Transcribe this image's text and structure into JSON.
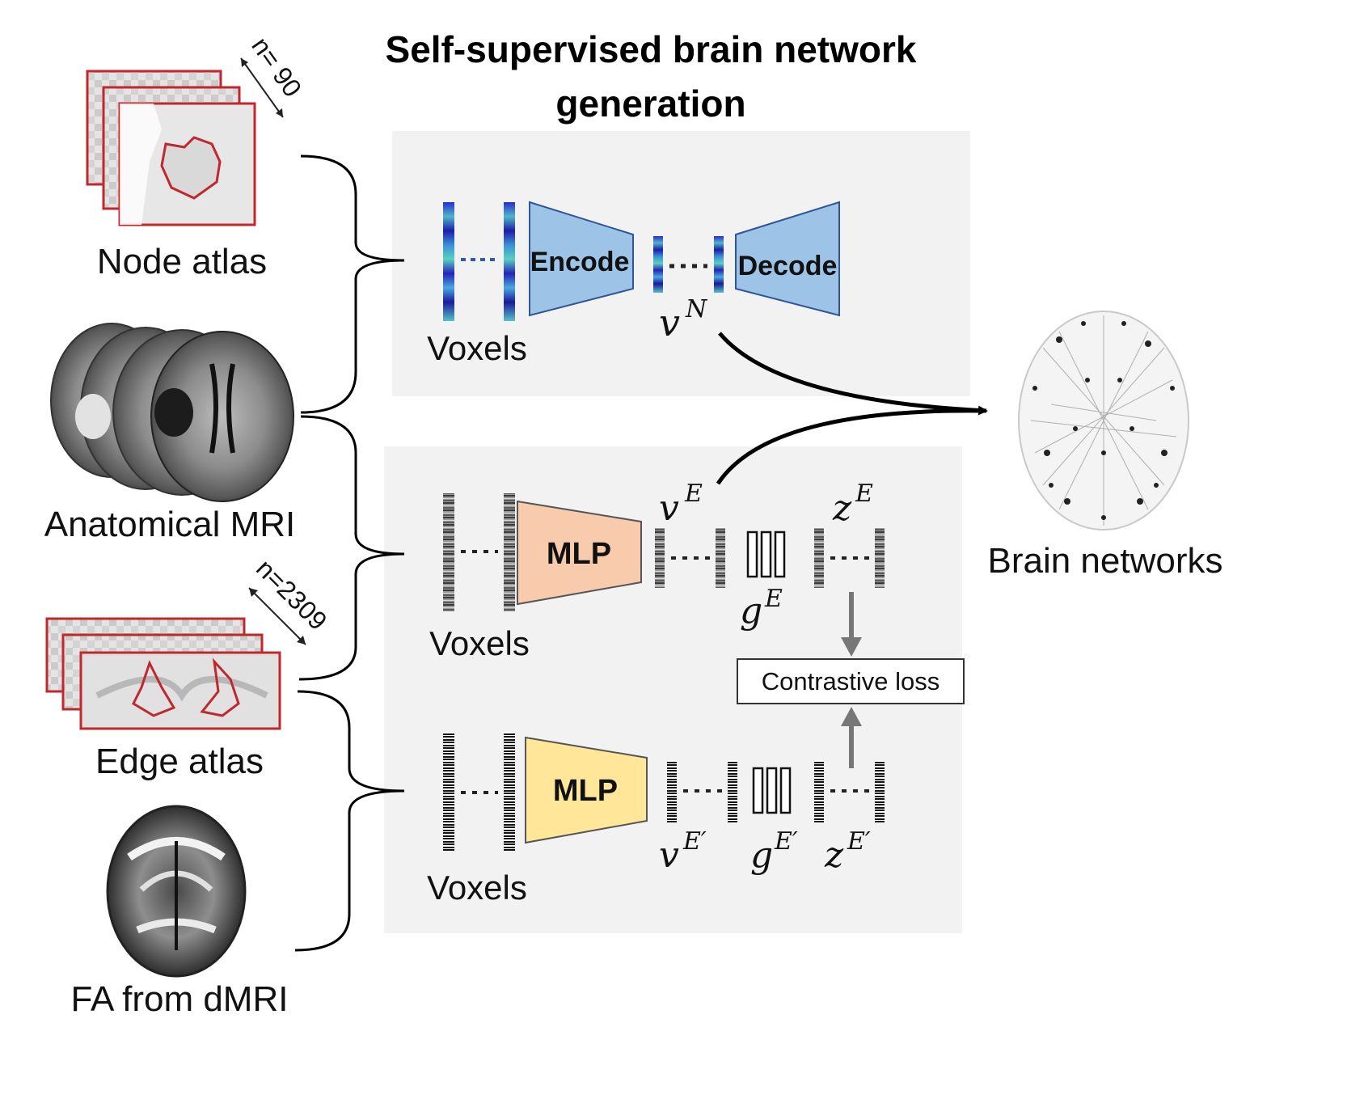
{
  "title": {
    "line1": "Self-supervised brain network",
    "line2": "generation"
  },
  "inputs": {
    "node_atlas": "Node atlas",
    "anatomical_mri": "Anatomical MRI",
    "edge_atlas": "Edge atlas",
    "fa_dmri": "FA from dMRI",
    "node_count": "n= 90",
    "edge_count": "n=2309"
  },
  "node_branch": {
    "voxels": "Voxels",
    "encoder": "Encode",
    "decoder": "Decode",
    "embedding_base": "v",
    "embedding_sup": "N"
  },
  "edge_branch": {
    "voxels": "Voxels",
    "mlp": "MLP",
    "v_base": "v",
    "v_sup": "E",
    "g_base": "g",
    "g_sup": "E",
    "z_base": "z",
    "z_sup": "E"
  },
  "aug_branch": {
    "voxels": "Voxels",
    "mlp": "MLP",
    "v_base": "v",
    "v_sup": "E′",
    "g_base": "g",
    "g_sup": "E′",
    "z_base": "z",
    "z_sup": "E′"
  },
  "loss": "Contrastive loss",
  "output": "Brain networks",
  "colors": {
    "panel": "#f2f2f2",
    "encoder": "#9dc3e6",
    "mlp_edge": "#f8cbad",
    "mlp_aug": "#ffe699",
    "atlas_red": "#c0282d",
    "loss_arrow": "#777777"
  }
}
